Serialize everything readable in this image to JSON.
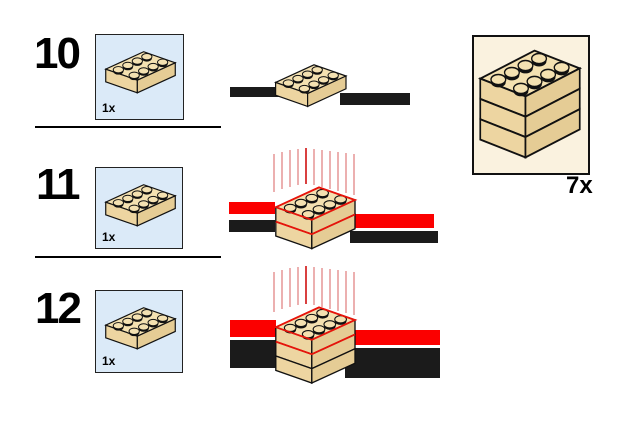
{
  "page": {
    "kind": "lego-building-instructions",
    "background": "#ffffff"
  },
  "steps": [
    {
      "number": "10",
      "part_count": "1x",
      "part": "brick-2x4-tan",
      "assembly": {
        "new_parts": 1,
        "stack_height": 1,
        "bars_left": [
          "black"
        ],
        "bars_right": [
          "black"
        ],
        "guide_lines": false
      }
    },
    {
      "number": "11",
      "part_count": "1x",
      "part": "brick-2x4-tan",
      "assembly": {
        "new_parts": 1,
        "stack_height": 2,
        "bars_left": [
          "red",
          "black"
        ],
        "bars_right": [
          "red",
          "black"
        ],
        "guide_lines": true
      }
    },
    {
      "number": "12",
      "part_count": "1x",
      "part": "brick-2x4-tan",
      "assembly": {
        "new_parts": 1,
        "stack_height": 3,
        "bars_left": [
          "red",
          "black"
        ],
        "bars_right": [
          "red",
          "black"
        ],
        "guide_lines": true
      }
    }
  ],
  "submodel": {
    "count": "7x",
    "stack_height": 3,
    "part": "brick-2x4-tan"
  },
  "colors": {
    "brick_top": "#F4E1B1",
    "brick_left": "#EDD5A1",
    "brick_right": "#E5CC95",
    "outline": "#111111",
    "bar_red": "#FB0000",
    "bar_black": "#1B1B1B",
    "highlight_red": "#E8130A",
    "guide_red": "#D86060",
    "parts_box_fill": "#DBEAF8",
    "parts_box_border": "#222222",
    "submodel_box_fill": "#FAF2DF",
    "submodel_box_border": "#111111"
  }
}
